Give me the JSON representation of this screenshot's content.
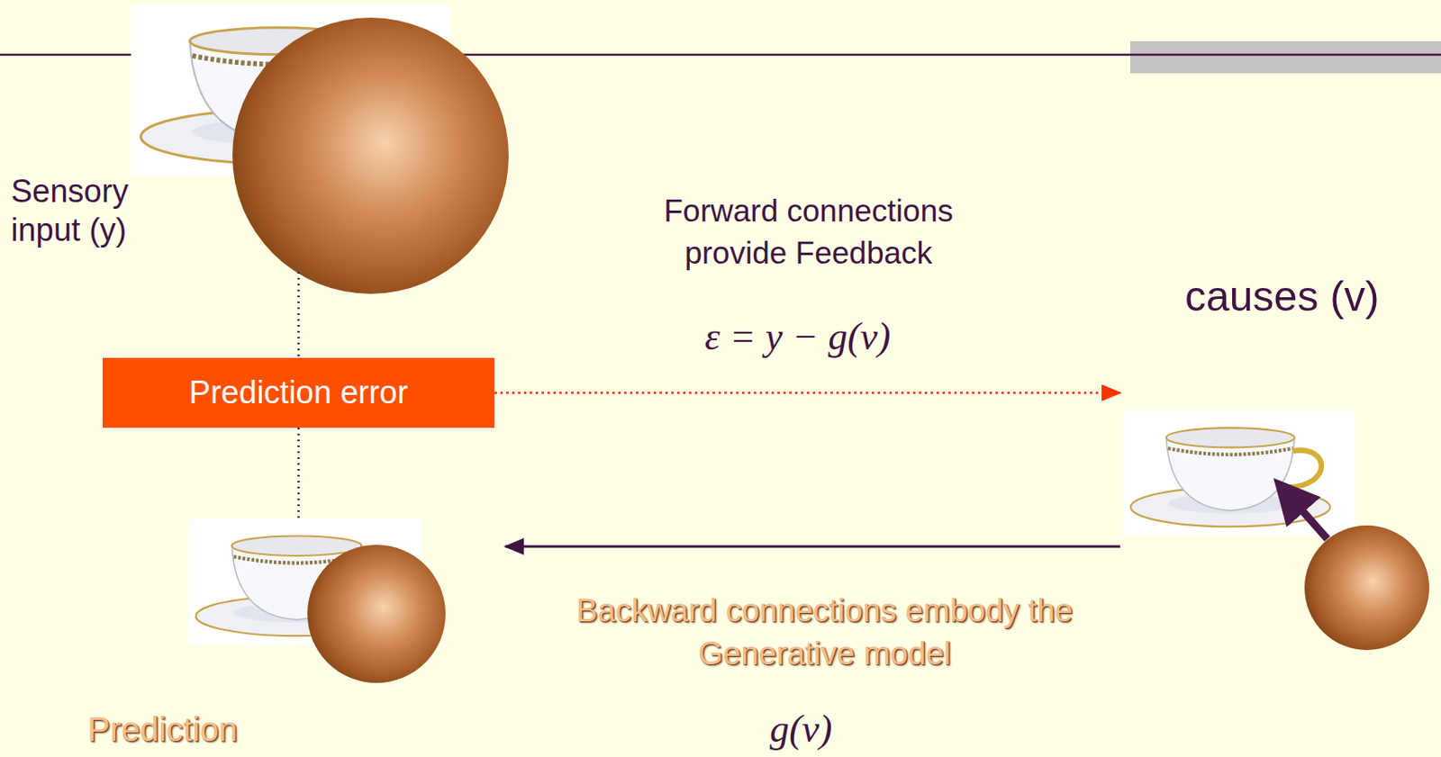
{
  "diagram": {
    "nodes": [
      {
        "text": [
          "Sensory input (y)"
        ]
      },
      {
        "text": [
          "Prediction error"
        ]
      },
      {
        "text": [
          "causes (v)"
        ]
      },
      {
        "text": [
          "Prediction"
        ]
      }
    ],
    "edges": [
      {
        "from": 0,
        "to": 1,
        "arrow": "none"
      },
      {
        "from": 1,
        "to": 3,
        "arrow": "none"
      },
      {
        "from": 1,
        "to": 2,
        "label": "Forward connections provide Feedback",
        "arrow": "to"
      },
      {
        "from": 2,
        "to": 3,
        "label": "Backward connections embody the Generative model",
        "arrow": "to"
      }
    ],
    "labels": [
      "ε = y − g(v)",
      "g(v)"
    ]
  }
}
